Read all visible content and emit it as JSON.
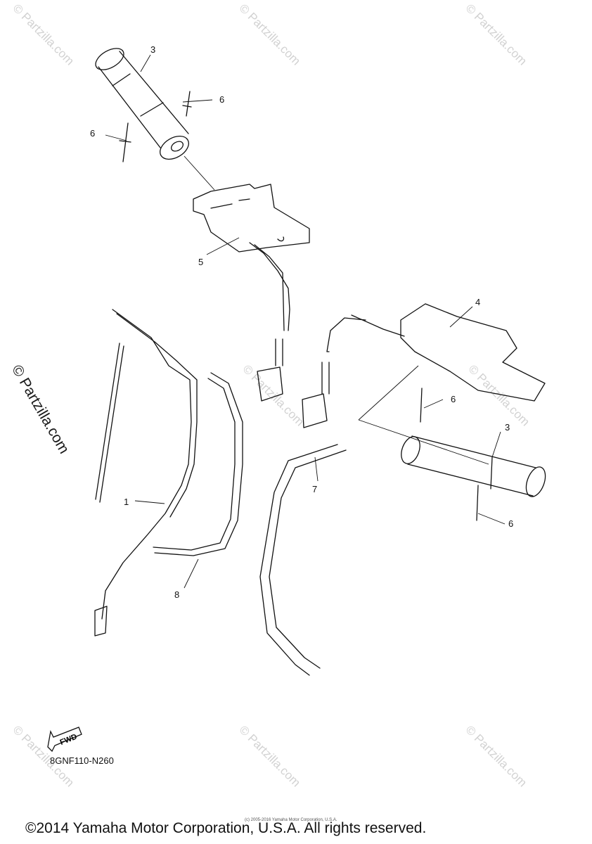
{
  "watermark": {
    "text": "© Partzilla.com",
    "large_text": "© Partzilla.com"
  },
  "callouts": {
    "c1": "1",
    "c3a": "3",
    "c3b": "3",
    "c4": "4",
    "c5": "5",
    "c6a": "6",
    "c6b": "6",
    "c6c": "6",
    "c6d": "6",
    "c7": "7",
    "c8": "8"
  },
  "fwd_label": "FWD",
  "diagram_code": "8GNF110-N260",
  "tiny_copyright": "(c) 2005-2016 Yamaha Motor Corporation, U.S.A.",
  "footer": "©2014 Yamaha Motor Corporation, U.S.A. All rights reserved."
}
